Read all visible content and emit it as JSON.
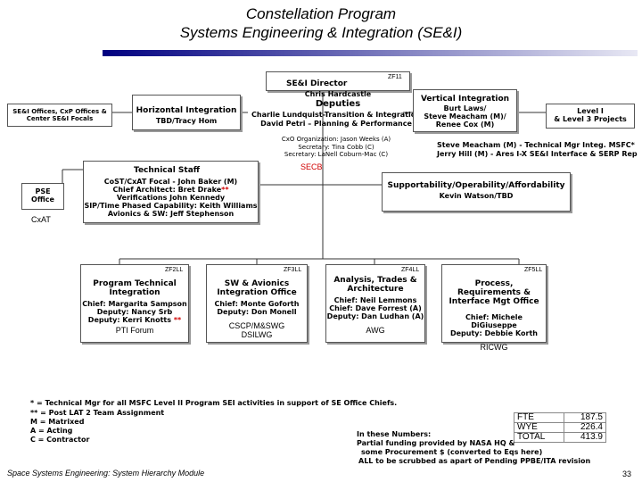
{
  "title": {
    "line1": "Constellation Program",
    "line2": "Systems Engineering & Integration (SE&I)"
  },
  "colors": {
    "bar_start": "#000080",
    "bar_end": "#e8e8f4",
    "accent_red": "#d00000",
    "navy": "#000080"
  },
  "director": {
    "tag": "ZF11",
    "title": "SE&I Director",
    "name": "Chris Hardcastle",
    "deputies_label": "Deputies",
    "deputy1": "Charlie Lundquist-Transition & Integration",
    "deputy2": "David Petri – Planning & Performance",
    "note1": "CxO Organization: Jason Weeks (A)",
    "note2": "Secretary: Tina Cobb (C)",
    "note3": "Secretary: LaNell Coburn-Mac (C)",
    "secb": "SECB"
  },
  "left_offices": "SE&I Offices, CxP Offices & Center SE&I Focals",
  "horizontal": {
    "title": "Horizontal Integration",
    "name": "TBD/Tracy Hom"
  },
  "vertical": {
    "title": "Vertical Integration",
    "line1": "Burt Laws/",
    "line2": "Steve Meacham (M)/",
    "line3": "Renee Cox (M)"
  },
  "level_projects": {
    "line1": "Level I",
    "line2": "& Level 3 Projects"
  },
  "vertical_notes": {
    "line1": "Steve Meacham (M) - Technical Mgr Integ. MSFC*",
    "line2": "Jerry Hill (M) - Ares I-X SE&I Interface & SERP Rep"
  },
  "technical_staff": {
    "title": "Technical Staff",
    "line1": "CoST/CxAT Focal - John Baker (M)",
    "line2": "Chief Architect: Bret Drake",
    "line2_mark": "**",
    "line3": "Verifications John Kennedy",
    "line4": "SIP/Time Phased Capability: Keith Williams",
    "line5": "Avionics & SW: Jeff Stephenson"
  },
  "pse": {
    "line1": "PSE",
    "line2": "Office"
  },
  "cxat": "CxAT",
  "supportability": {
    "title": "Supportability/Operability/Affordability",
    "name": "Kevin Watson/TBD"
  },
  "offices": [
    {
      "tag": "ZF2LL",
      "title": "Program Technical Integration",
      "line1": "Chief: Margarita Sampson",
      "line2": "Deputy: Nancy Srb",
      "line3": "Deputy: Kerri Knotts",
      "line3_mark": "**",
      "forum": "PTI Forum"
    },
    {
      "tag": "ZF3LL",
      "title": "SW & Avionics Integration Office",
      "line1": "Chief: Monte Goforth",
      "line2": "Deputy: Don Monell",
      "line3": "",
      "line3_mark": "",
      "forum": "CSCP/M&SWG DSILWG"
    },
    {
      "tag": "ZF4LL",
      "title": "Analysis, Trades & Architecture",
      "line1": "Chief: Neil Lemmons",
      "line2": "Chief: Dave Forrest (A)",
      "line3": "Deputy: Dan Ludhan (A)",
      "line3_mark": "",
      "forum": "AWG"
    },
    {
      "tag": "ZF5LL",
      "title": "Process, Requirements & Interface Mgt Office",
      "line1": "Chief: Michele DiGiuseppe",
      "line2": "Deputy: Debbie Korth",
      "line3": "",
      "line3_mark": "",
      "forum": "RICWG"
    }
  ],
  "footnotes": {
    "f1": "* = Technical Mgr for all MSFC Level II Program SEI activities in support of SE Office Chiefs.",
    "f2": "** = Post LAT 2 Team Assignment",
    "f3": "M = Matrixed",
    "f4": "A = Acting",
    "f5": "C = Contractor"
  },
  "fte_table": {
    "rows": [
      {
        "label": "FTE",
        "value": "187.5"
      },
      {
        "label": "WYE",
        "value": "226.4"
      },
      {
        "label": "TOTAL",
        "value": "413.9"
      }
    ]
  },
  "numbers_note": {
    "line1": "In these Numbers:",
    "line2": "Partial funding provided by NASA HQ &",
    "line3": "some Procurement $ (converted to Eqs here)",
    "line4": "ALL to be scrubbed as apart of Pending PPBE/ITA revision"
  },
  "footer": {
    "left": "Space Systems Engineering: System Hierarchy Module",
    "page": "33"
  }
}
